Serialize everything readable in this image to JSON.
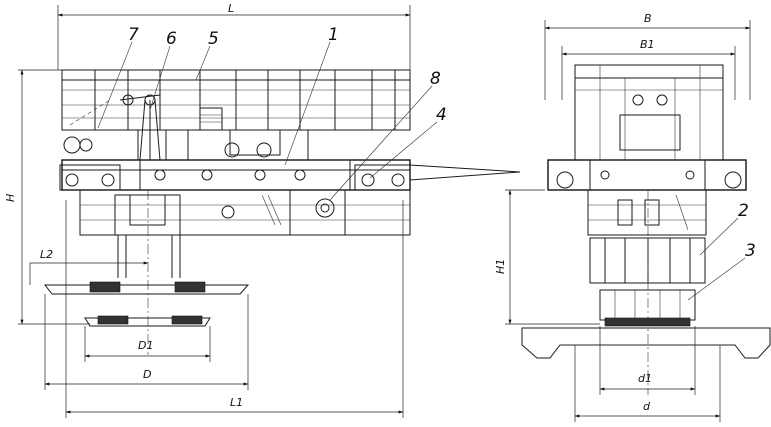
{
  "drawing": {
    "dimensions": {
      "L": "L",
      "H": "H",
      "L2": "L2",
      "D1": "D1",
      "D": "D",
      "L1": "L1",
      "B": "B",
      "B1": "B1",
      "H1": "H1",
      "d1": "d1",
      "d": "d"
    },
    "callouts": {
      "n1": "1",
      "n2": "2",
      "n3": "3",
      "n4": "4",
      "n5": "5",
      "n6": "6",
      "n7": "7",
      "n8": "8"
    }
  }
}
